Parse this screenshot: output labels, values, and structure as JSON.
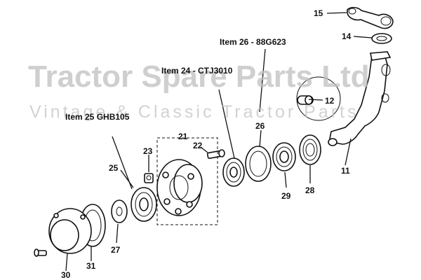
{
  "watermark": {
    "company": "Tractor Spare Parts Ltd",
    "tagline": "Vintage & Classic Tractor Parts"
  },
  "callouts": {
    "item26": "Item 26 - 88G623",
    "item24": "Item 24 - CTJ3010",
    "item25": "Item 25 GHB105"
  },
  "parts": {
    "p11": "11",
    "p12": "12",
    "p14": "14",
    "p15": "15",
    "p21": "21",
    "p22": "22",
    "p23": "23",
    "p25": "25",
    "p26": "26",
    "p27": "27",
    "p28": "28",
    "p29": "29",
    "p30": "30",
    "p31": "31"
  }
}
